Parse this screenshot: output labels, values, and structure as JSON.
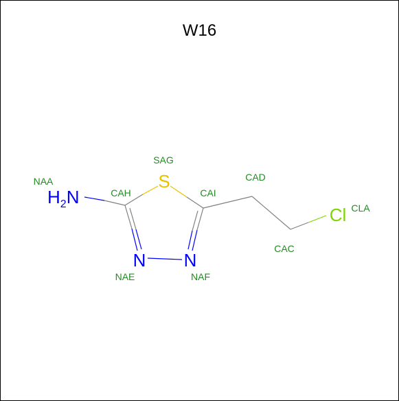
{
  "title": "W16",
  "colors": {
    "nitrogen": "#0000ff",
    "sulfur": "#e6c300",
    "chlorine": "#7fd400",
    "carbon_bond": "#808080",
    "atom_name": "#228b22"
  },
  "atoms": {
    "NAA": {
      "symbol": "N",
      "name": "NAA"
    },
    "CAH": {
      "name": "CAH"
    },
    "SAG": {
      "symbol": "S",
      "name": "SAG"
    },
    "CAI": {
      "name": "CAI"
    },
    "NAE": {
      "symbol": "N",
      "name": "NAE"
    },
    "NAF": {
      "symbol": "N",
      "name": "NAF"
    },
    "CAD": {
      "name": "CAD"
    },
    "CAC": {
      "name": "CAC"
    },
    "CLA": {
      "symbol": "Cl",
      "name": "CLA"
    }
  },
  "amine_label": {
    "h": "H",
    "sub": "2",
    "n": "N"
  }
}
